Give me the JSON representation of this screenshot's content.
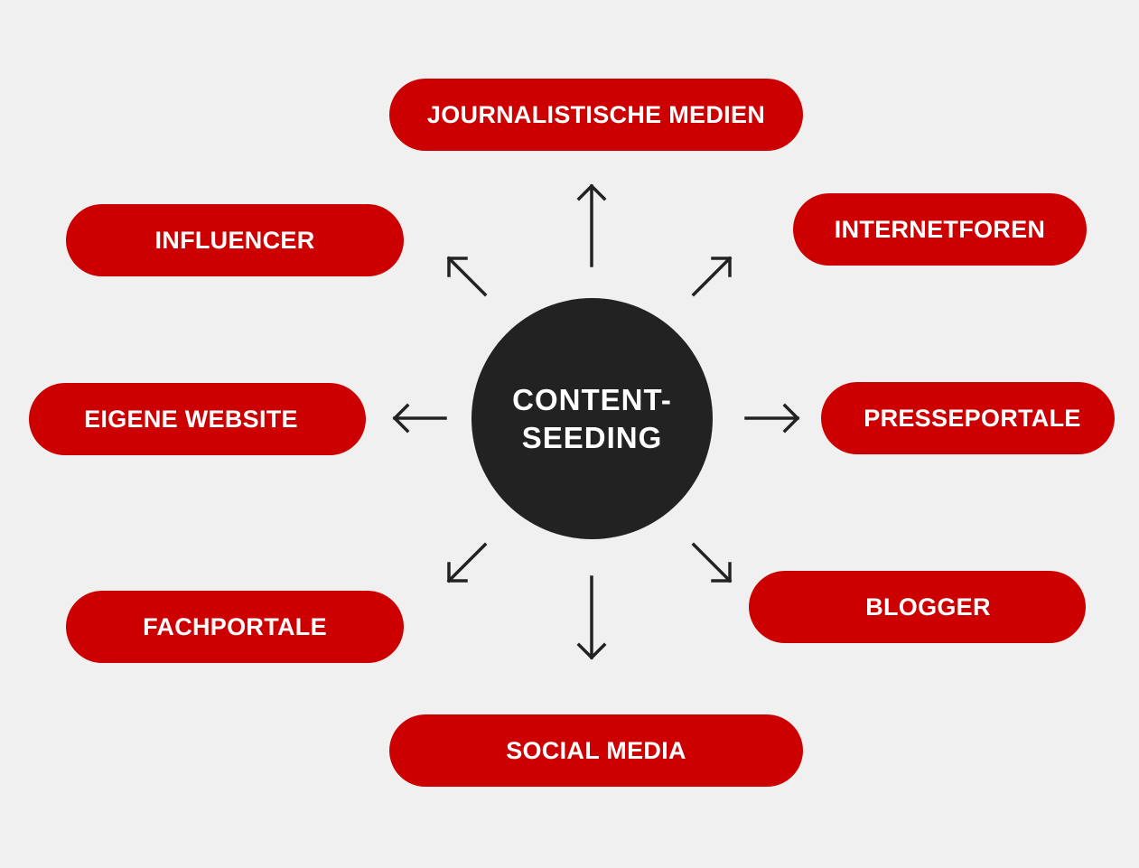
{
  "center": {
    "line1": "CONTENT-",
    "line2": "SEEDING"
  },
  "channels": {
    "journalistische_medien": "JOURNALISTISCHE MEDIEN",
    "influencer": "INFLUENCER",
    "internetforen": "INTERNETFOREN",
    "eigene_website": "EIGENE WEBSITE",
    "presseportale": "PRESSEPORTALE",
    "fachportale": "FACHPORTALE",
    "blogger": "BLOGGER",
    "social_media": "SOCIAL MEDIA"
  },
  "colors": {
    "pill": "#cc0000",
    "center": "#222222",
    "background": "#f0f0f0",
    "arrow": "#222222"
  }
}
